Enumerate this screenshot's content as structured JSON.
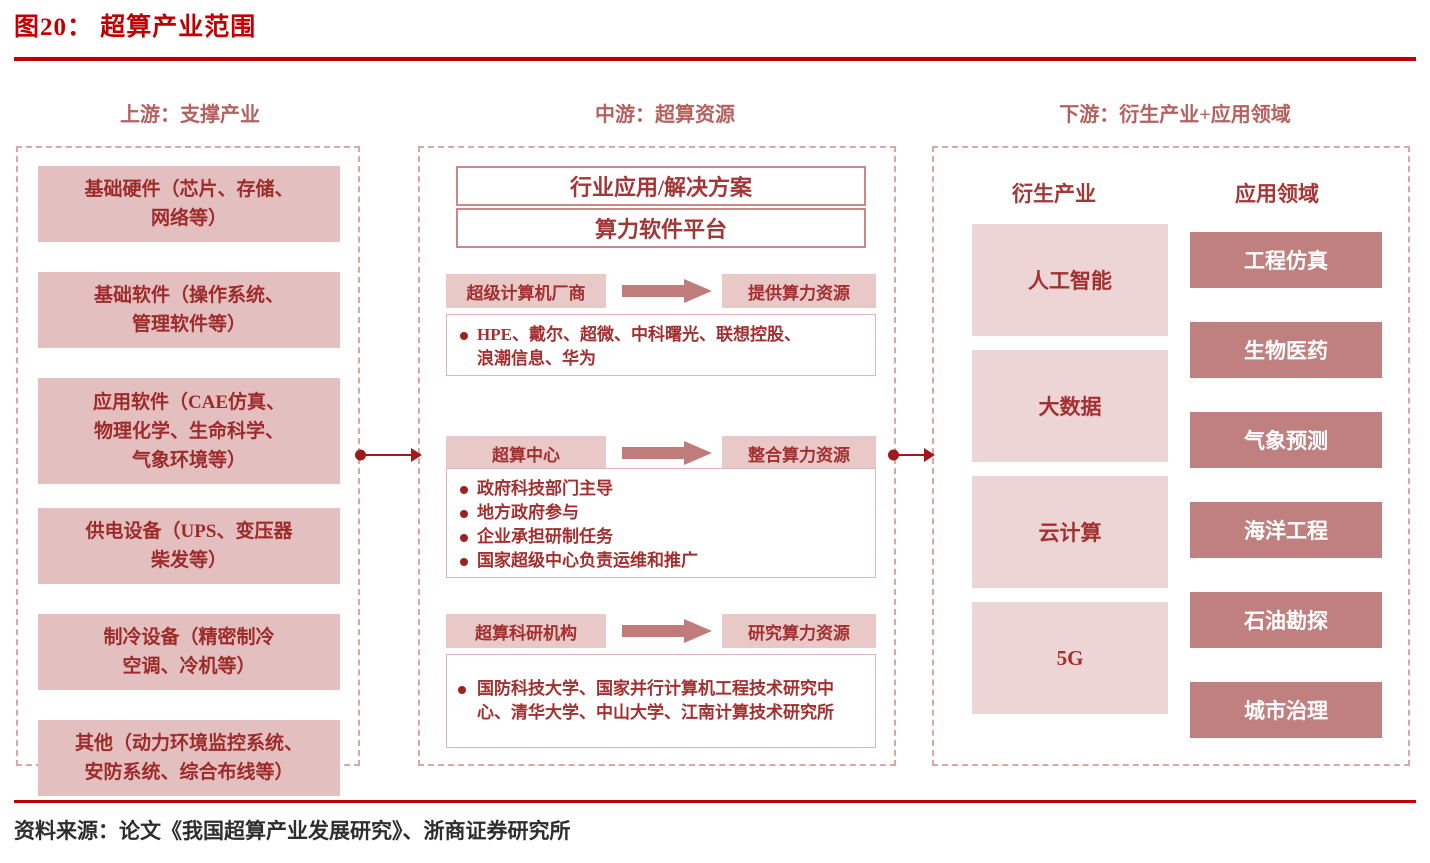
{
  "figure": {
    "title": "图20： 超算产业范围",
    "source": "资料来源：论文《我国超算产业发展研究》、浙商证券研究所"
  },
  "columns": {
    "upstream_caption": "上游：支撑产业",
    "midstream_caption": "中游：超算资源",
    "downstream_caption": "下游：衍生产业+应用领域"
  },
  "upstream": {
    "boxes": [
      {
        "label": "基础硬件（芯片、存储、\n网络等）"
      },
      {
        "label": "基础软件（操作系统、\n管理软件等）"
      },
      {
        "label": "应用软件（CAE仿真、\n物理化学、生命科学、\n气象环境等）"
      },
      {
        "label": "供电设备（UPS、变压器\n柴发等）"
      },
      {
        "label": "制冷设备（精密制冷\n空调、冷机等）"
      },
      {
        "label": "其他（动力环境监控系统、\n安防系统、综合布线等）"
      }
    ]
  },
  "midstream": {
    "bars": [
      {
        "label": "行业应用/解决方案"
      },
      {
        "label": "算力软件平台"
      }
    ],
    "roles": [
      {
        "actor": "超级计算机厂商",
        "output": "提供算力资源",
        "arrow_icon": "block-arrow-right-icon",
        "bullets": [
          "HPE、戴尔、超微、中科曙光、联想控股、\n浪潮信息、华为"
        ]
      },
      {
        "actor": "超算中心",
        "output": "整合算力资源",
        "arrow_icon": "block-arrow-right-icon",
        "bullets": [
          "政府科技部门主导",
          "地方政府参与",
          "企业承担研制任务",
          "国家超级中心负责运维和推广"
        ]
      },
      {
        "actor": "超算科研机构",
        "output": "研究算力资源",
        "arrow_icon": "block-arrow-right-icon",
        "bullets": [
          "国防科技大学、国家并行计算机工程技术研究中\n心、清华大学、中山大学、江南计算技术研究所"
        ]
      }
    ]
  },
  "downstream": {
    "derived_header": "衍生产业",
    "application_header": "应用领域",
    "derived_industries": [
      {
        "label": "人工智能"
      },
      {
        "label": "大数据"
      },
      {
        "label": "云计算"
      },
      {
        "label": "5G"
      }
    ],
    "application_fields": [
      {
        "label": "工程仿真"
      },
      {
        "label": "生物医药"
      },
      {
        "label": "气象预测"
      },
      {
        "label": "海洋工程"
      },
      {
        "label": "石油勘探"
      },
      {
        "label": "城市治理"
      }
    ]
  },
  "connectors": [
    {
      "name": "upstream-to-midstream"
    },
    {
      "name": "midstream-to-downstream"
    }
  ],
  "colors": {
    "accent_red": "#c00000",
    "text_red": "#9e2b2b",
    "box_pink": "#e3bfbf",
    "box_light_pink": "#eed5d5",
    "box_rose": "#c08080",
    "dashed_border": "#d9a7a7"
  }
}
